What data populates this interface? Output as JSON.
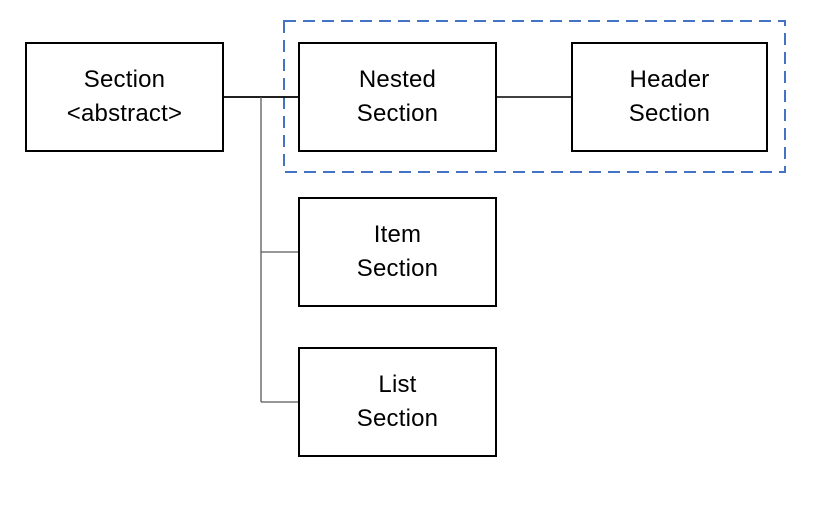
{
  "diagram": {
    "nodes": [
      {
        "id": "section-abstract",
        "label": "Section\n<abstract>"
      },
      {
        "id": "nested-section",
        "label": "Nested\nSection"
      },
      {
        "id": "header-section",
        "label": "Header\nSection"
      },
      {
        "id": "item-section",
        "label": "Item\nSection"
      },
      {
        "id": "list-section",
        "label": "List\nSection"
      }
    ],
    "colors": {
      "background": "#ffffff",
      "node_fill": "#ffffff",
      "node_border": "#000000",
      "text": "#000000",
      "connector_strong": "#000000",
      "connector": "#595959",
      "group_border": "#4472c4"
    },
    "group_style": "dashed"
  }
}
